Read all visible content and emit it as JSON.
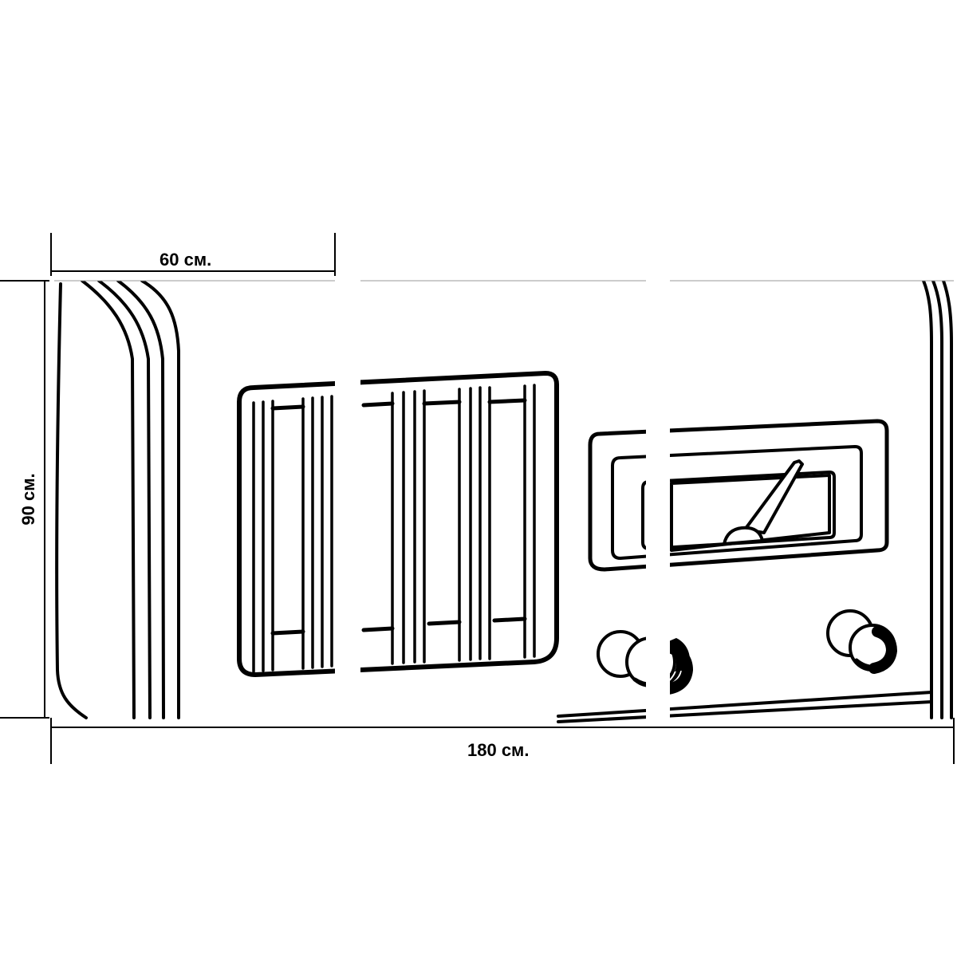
{
  "dimensions": {
    "panel_width_label": "60 см.",
    "height_label": "90 см.",
    "total_width_label": "180 см."
  },
  "artwork": {
    "subject": "retro-radio-line-art",
    "panel_count": 3
  },
  "colors": {
    "line": "#000000",
    "background": "#ffffff",
    "gap": "#ffffff"
  }
}
